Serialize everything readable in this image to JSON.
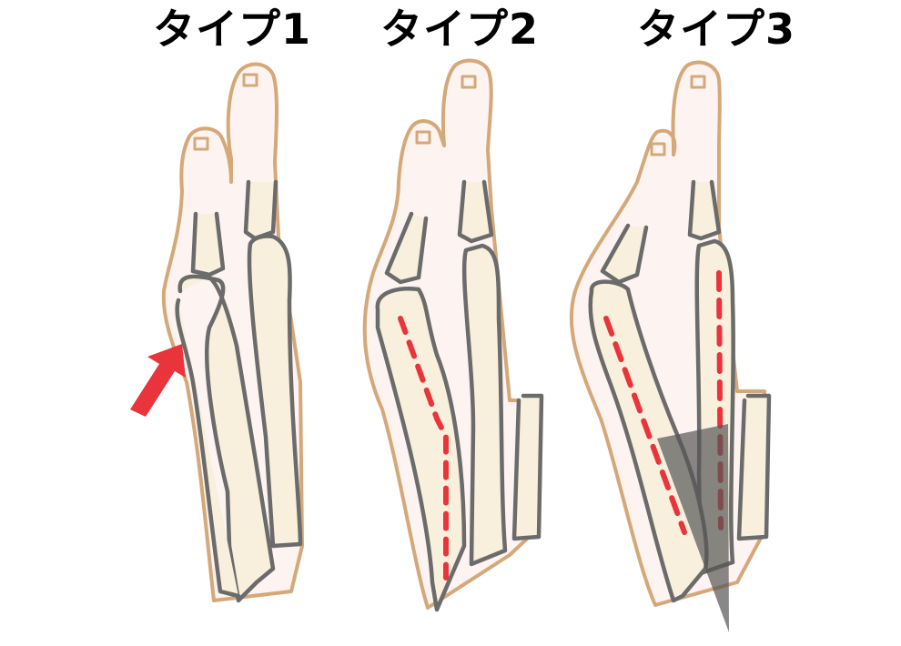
{
  "titles": [
    {
      "label": "タイプ1"
    },
    {
      "label": "タイプ2"
    },
    {
      "label": "タイプ3"
    }
  ],
  "colors": {
    "skin_fill": "#fdf3f0",
    "skin_outline": "#d4a878",
    "bone_fill": "#f8f0dc",
    "bone_outline": "#6b6b6b",
    "arrow": "#e8343a",
    "axis_line": "#e8343a",
    "angle_wedge": "#555555"
  },
  "panels": [
    {
      "type": "タイプ1",
      "annotation": "red-arrow pointing at bunion"
    },
    {
      "type": "タイプ2",
      "annotation": "red dashed bent axis line in first metatarsal"
    },
    {
      "type": "タイプ3",
      "annotation": "two red dashed axis lines with gray angle wedge"
    }
  ]
}
